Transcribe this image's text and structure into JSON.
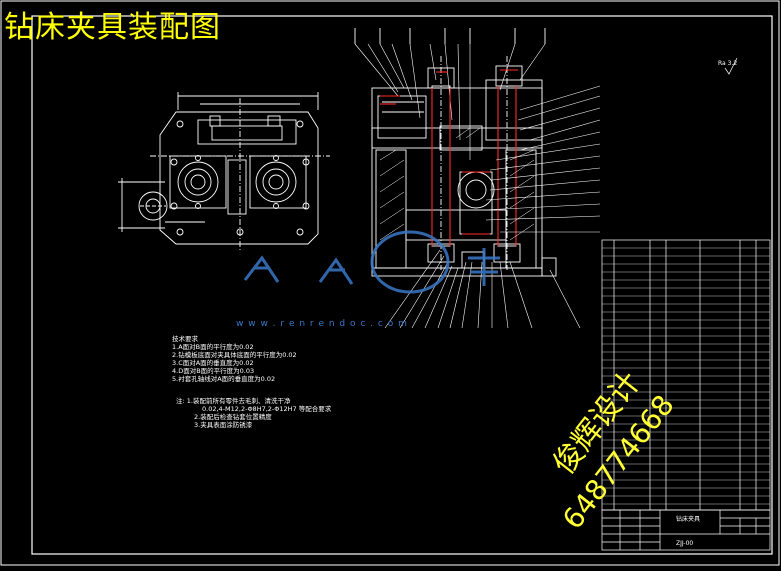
{
  "drawing": {
    "title": "钻床夹具装配图",
    "scale_mark": "Ra 3.2",
    "watermark_site": "w w w . r e n r e n d o c . c o m",
    "brand_text": "俊辉设计",
    "brand_number": "648774668",
    "colors": {
      "background": "#000000",
      "title": "#ffff00",
      "lines": "#ffffff",
      "part_lines": "#ffffff",
      "accent_red": "#ff2a2a",
      "watermark_blue": "#3a78c8",
      "brand_yellow": "#ffff33"
    }
  },
  "tech_requirements": {
    "heading": "技术要求",
    "items": [
      "1.A面对B面的平行度为0.02",
      "2.钻模板底面对夹具体底面的平行度为0.02",
      "3.C面对A面的垂直度为0.02",
      "4.D面对B面的平行度为0.03",
      "5.衬套孔轴线对A面的垂直度为0.02"
    ],
    "notes": [
      "注: 1.装配前所有零件去毛刺、清洗干净",
      "0.02,4-M12,2-Φ8H7,2-Φ12H7 等配合要求",
      "2.装配后检查钻套位置精度",
      "3.夹具表面涂防锈漆"
    ]
  },
  "title_block": {
    "name": "钻床夹具",
    "drawing_no": "ZJJ-00"
  }
}
